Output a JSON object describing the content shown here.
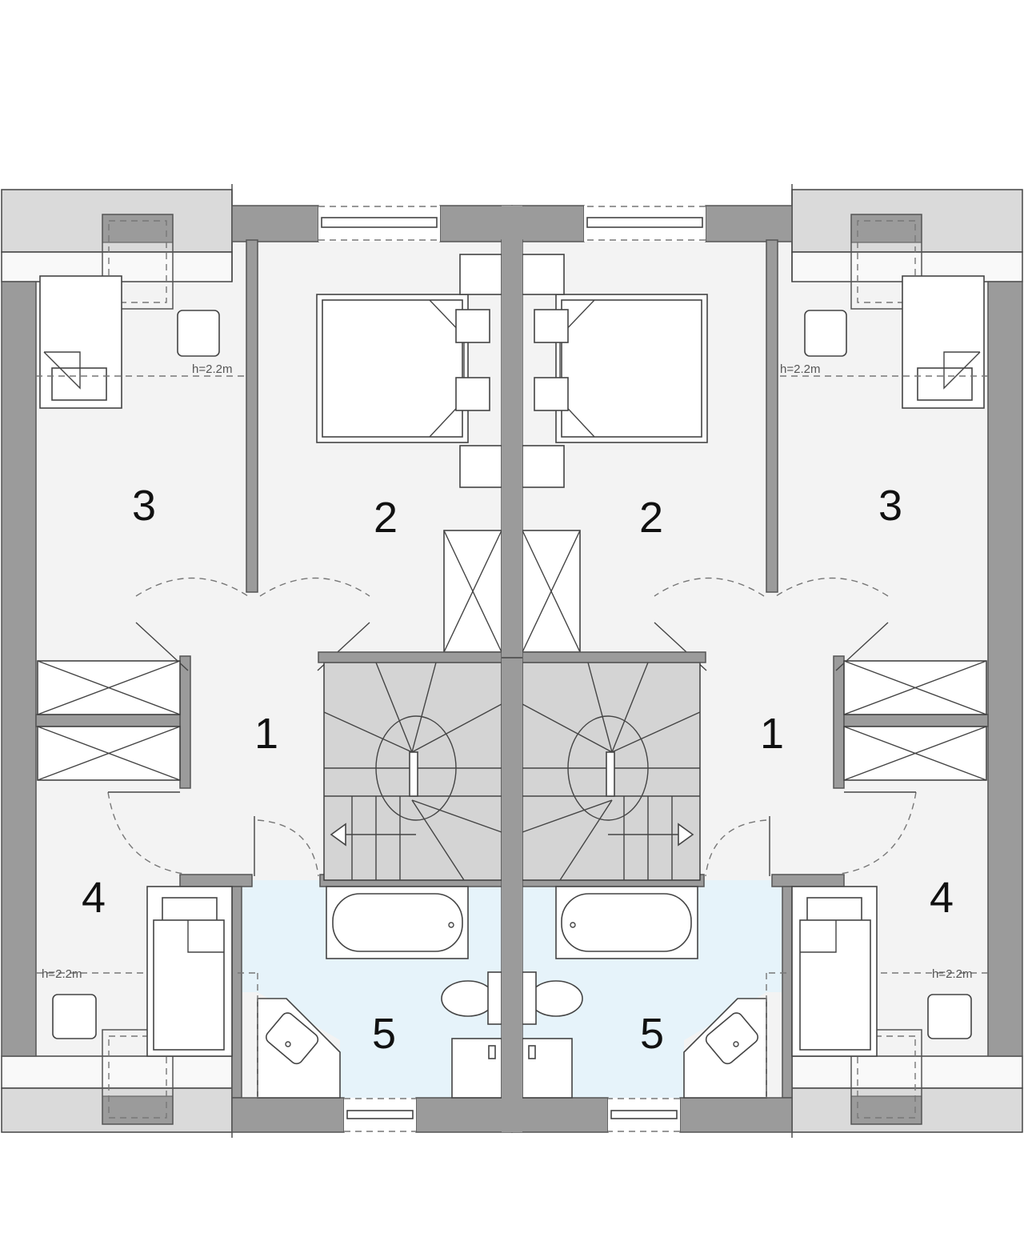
{
  "title": "Attic floor plan – semi-detached house",
  "units": {
    "left": {
      "rooms": {
        "hall": "1",
        "bedroom_master": "2",
        "bedroom_a": "3",
        "bedroom_b": "4",
        "bathroom": "5"
      },
      "height_notes": [
        "h=2.2m",
        "h=2.2m"
      ]
    },
    "right": {
      "rooms": {
        "hall": "1",
        "bedroom_master": "2",
        "bedroom_a": "3",
        "bedroom_b": "4",
        "bathroom": "5"
      },
      "height_notes": [
        "h=2.2m",
        "h=2.2m"
      ]
    }
  },
  "colors": {
    "wall": "#9b9b9b",
    "roof": "#dadada",
    "floor": "#f3f3f3",
    "bathroom": "#e6f3fa",
    "stairs": "#d4d4d4"
  }
}
